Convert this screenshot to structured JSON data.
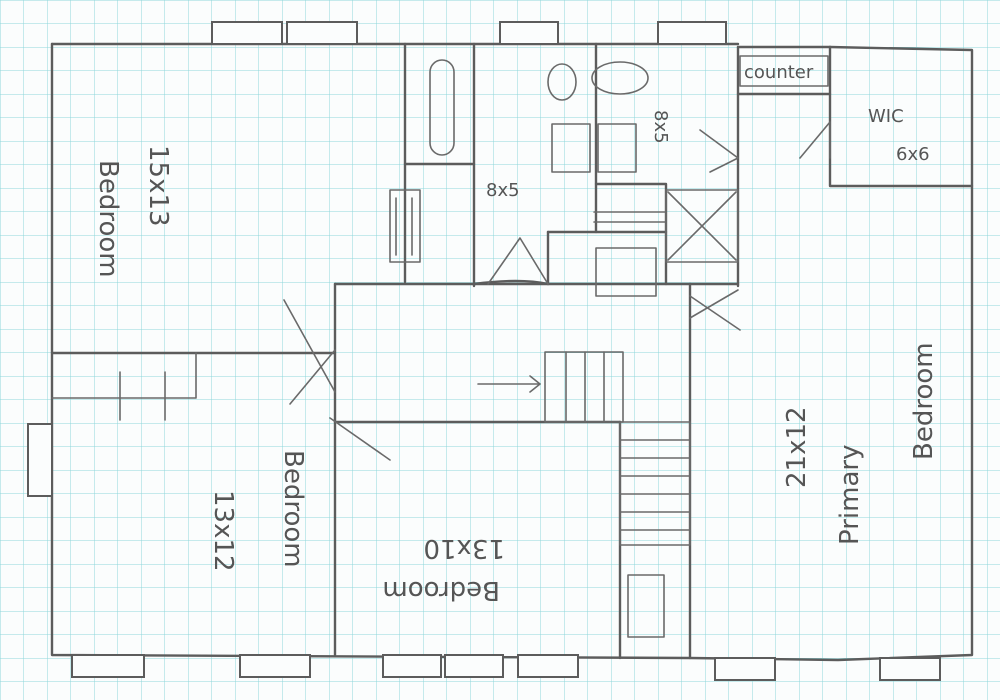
{
  "rooms": {
    "bedroom_nw": {
      "name": "Bedroom",
      "size": "15x13"
    },
    "bedroom_sw": {
      "name": "Bedroom",
      "size": "13x12"
    },
    "bedroom_center": {
      "name": "Bedroom",
      "size": "13x10"
    },
    "primary_bedroom": {
      "name_line1": "Primary",
      "name_line2": "Bedroom",
      "size": "21x12"
    },
    "bath_1": {
      "size": "8x5"
    },
    "bath_2": {
      "size": "8x5"
    },
    "wic": {
      "name": "WIC",
      "size": "6x6"
    },
    "counter": {
      "name": "counter"
    }
  },
  "colors": {
    "grid": "#7fd3d8",
    "pencil": "#5c5c5c",
    "paper": "#fbfdfd"
  }
}
